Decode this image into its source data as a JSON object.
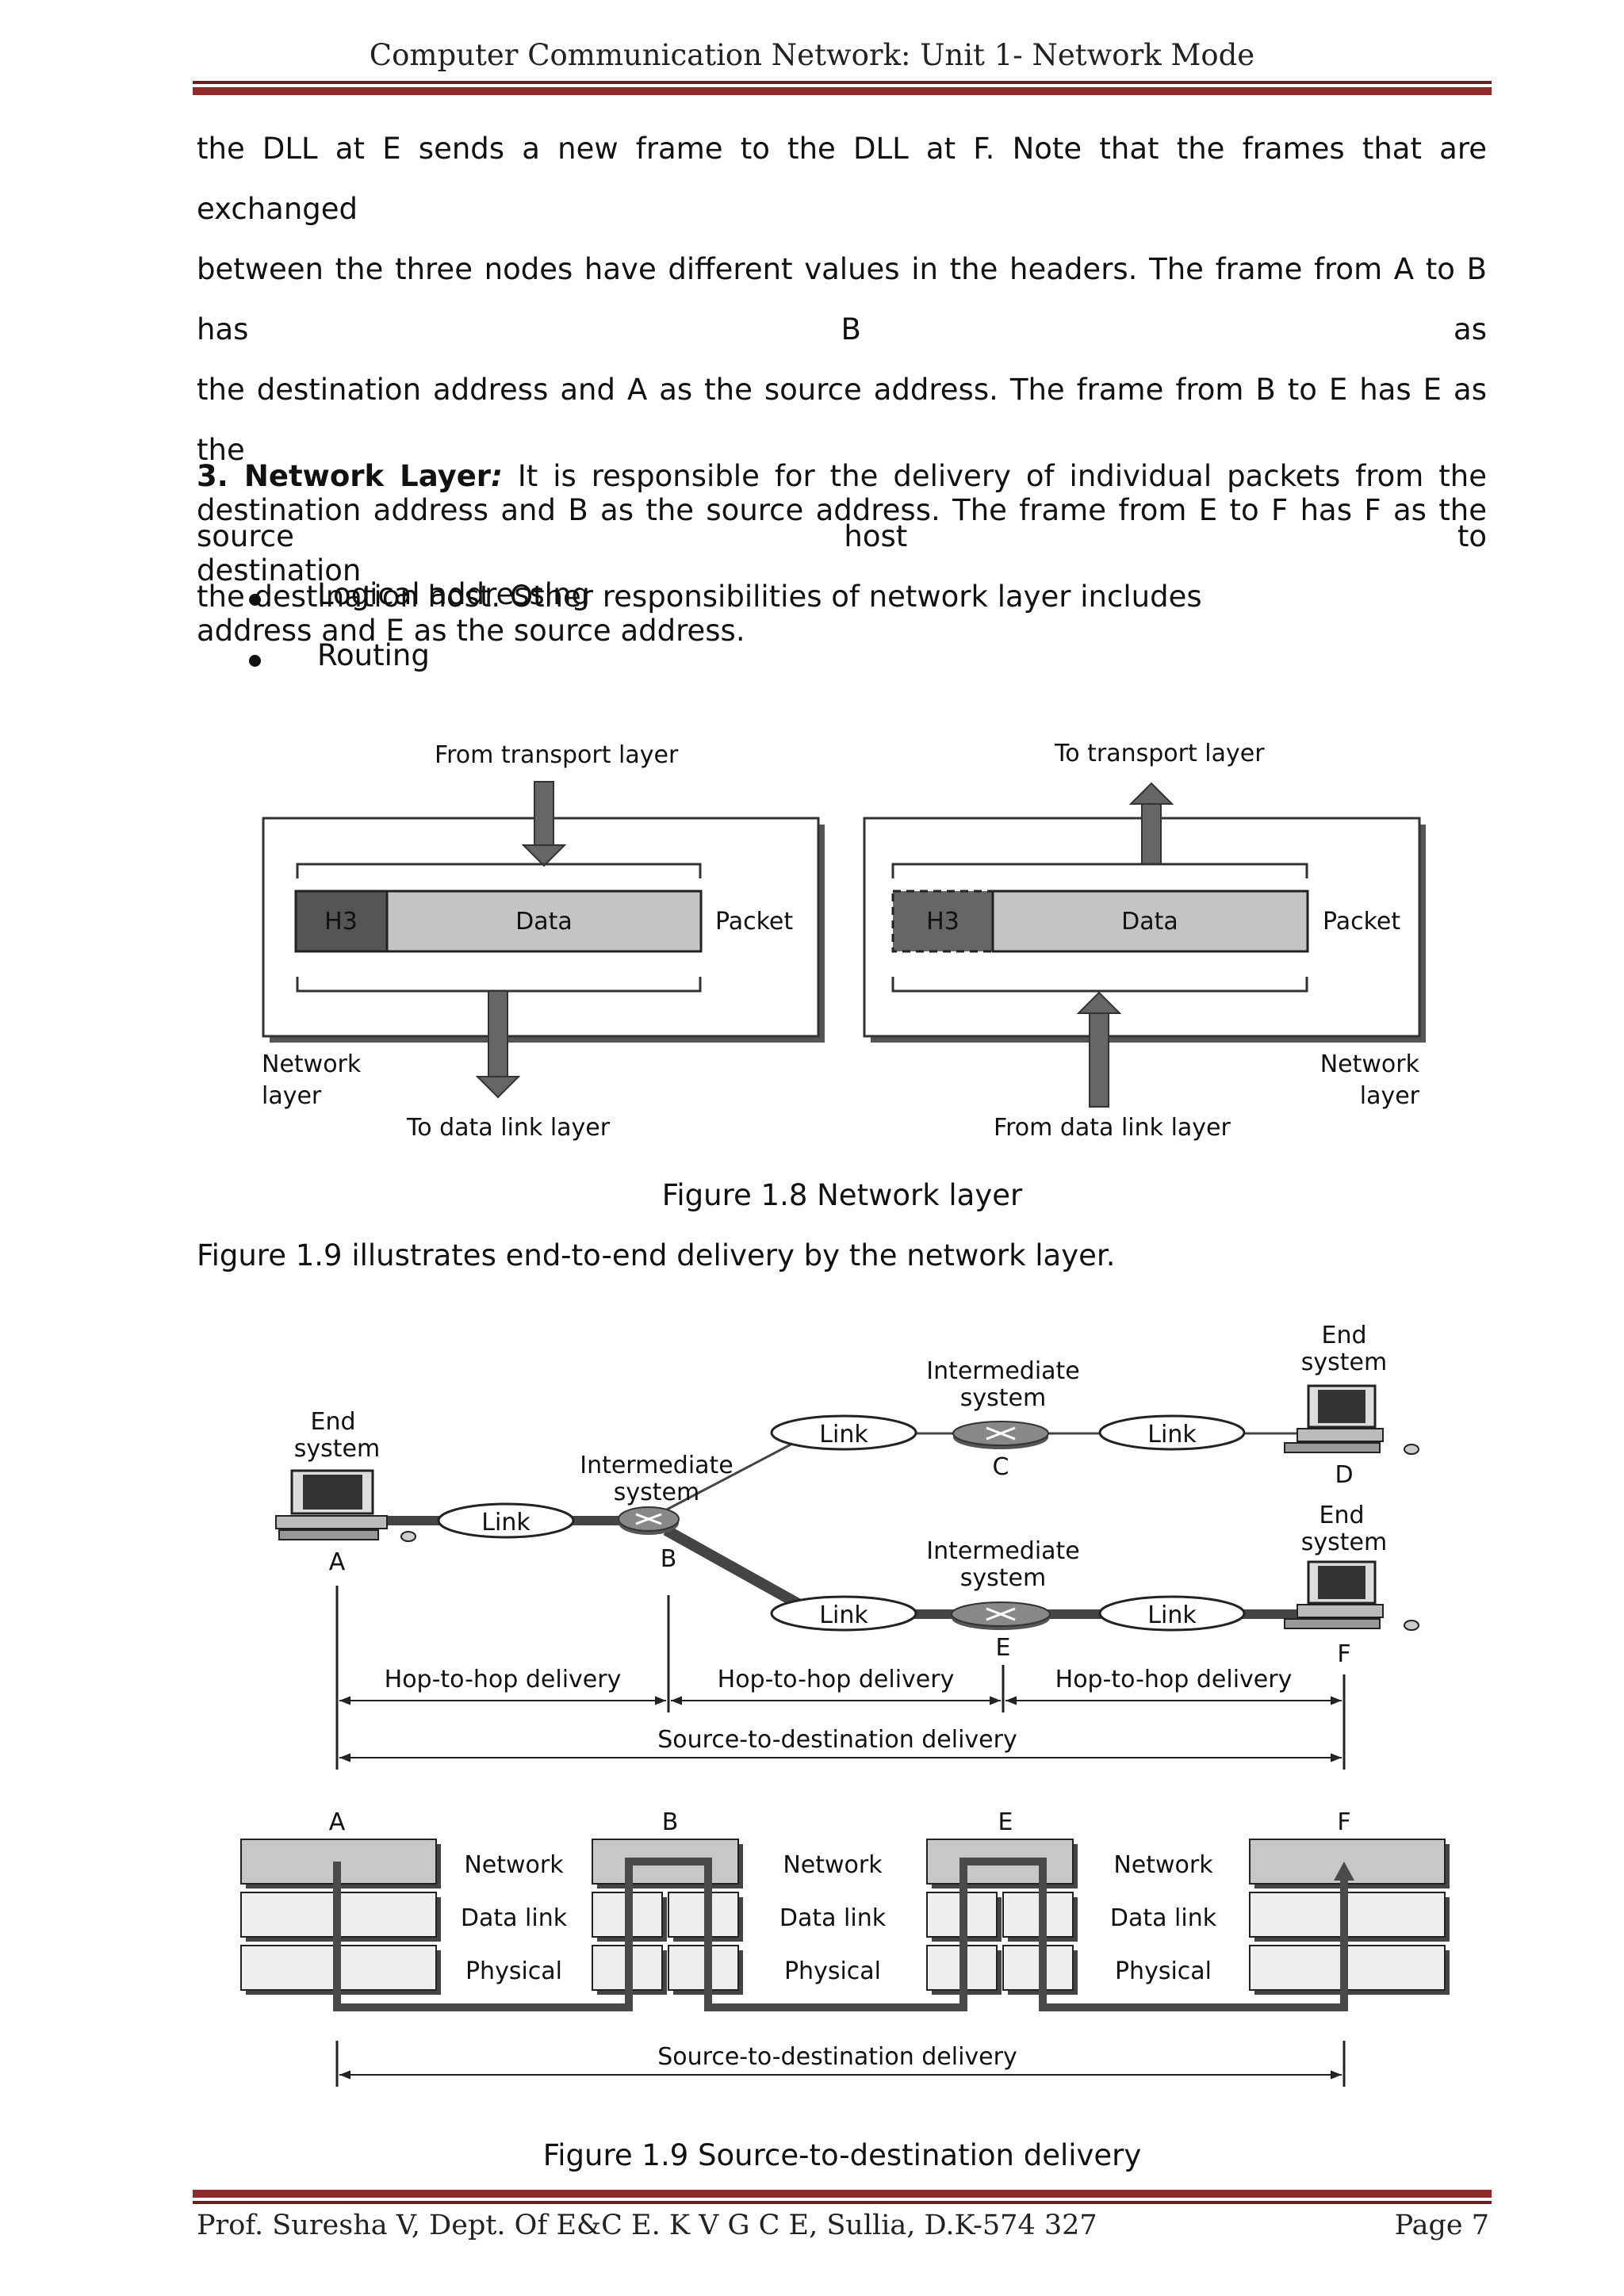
{
  "header": {
    "title": "Computer Communication Network: Unit 1- Network Mode"
  },
  "intro": {
    "lines": [
      "the DLL at E sends a new frame to the DLL at F. Note that the frames that are exchanged",
      "between the three nodes have different values in the headers. The frame from A to B has B as",
      "the destination address and A as the source address. The frame from B to E has E as the",
      "destination address and B as the source address. The frame from E to F has F as the destination",
      "address and E as the source address."
    ]
  },
  "section": {
    "heading_bold": "3. Network Layer",
    "heading_colon": ":",
    "line1": " It is responsible for the delivery of individual packets from the source host to",
    "line2": "the destination host. Other responsibilities of network layer includes",
    "bullets": [
      "Logical addressing",
      "Routing"
    ]
  },
  "fig18": {
    "left": {
      "top_label": "From transport layer",
      "header": "H3",
      "data": "Data",
      "packet": "Packet",
      "side_label_1": "Network",
      "side_label_2": "layer",
      "bottom_label": "To data link layer"
    },
    "right": {
      "top_label": "To transport layer",
      "header": "H3",
      "data": "Data",
      "packet": "Packet",
      "side_label_1": "Network",
      "side_label_2": "layer",
      "bottom_label": "From data link layer"
    },
    "caption": "Figure 1.8 Network layer"
  },
  "fig19_intro": "Figure 1.9 illustrates end-to-end delivery by the network layer.",
  "fig19": {
    "end_system": [
      "End",
      "system"
    ],
    "intermediate_system": [
      "Intermediate",
      "system"
    ],
    "link": "Link",
    "nodes": {
      "a": "A",
      "b": "B",
      "c": "C",
      "d": "D",
      "e": "E",
      "f": "F"
    },
    "hop_label": "Hop-to-hop delivery",
    "s2d_label": "Source-to-destination delivery",
    "layers": {
      "network": "Network",
      "data_link": "Data link",
      "physical": "Physical"
    },
    "caption": "Figure 1.9 Source-to-destination delivery"
  },
  "footer": {
    "left": "Prof. Suresha V, Dept. Of E&C E.  K V G C E, Sullia, D.K-574 327",
    "right": "Page 7"
  }
}
